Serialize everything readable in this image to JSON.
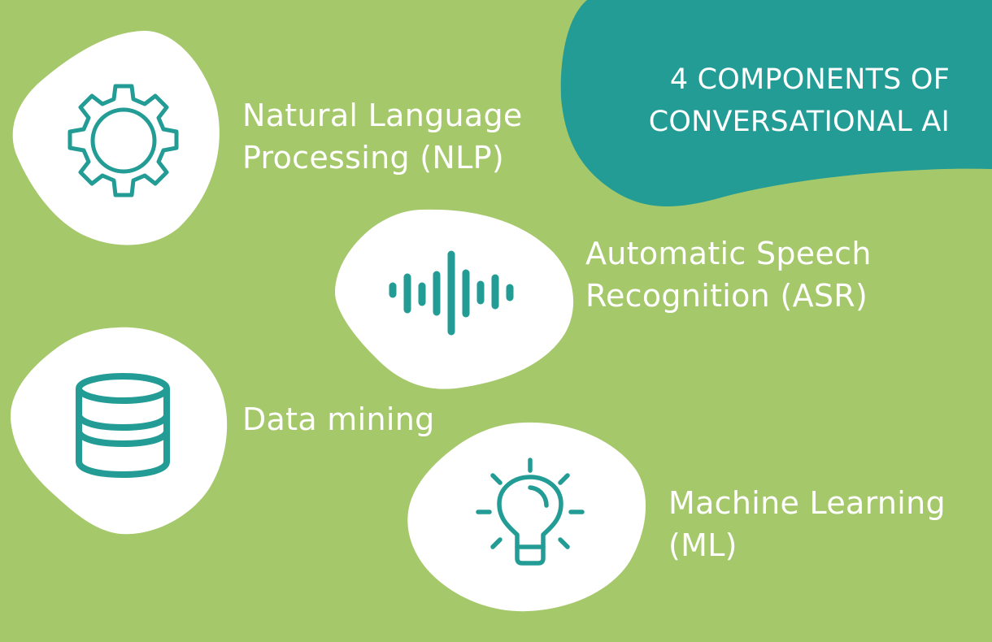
{
  "theme": {
    "background_color": "#A5C86A",
    "accent_color": "#239C96",
    "blob_color": "#FFFFFF",
    "text_color": "#FFFFFF"
  },
  "title": {
    "line1": "4 COMPONENTS OF",
    "line2": "CONVERSATIONAL AI"
  },
  "components": [
    {
      "icon": "gear-icon",
      "line1": "Natural Language",
      "line2": "Processing (NLP)"
    },
    {
      "icon": "sound-wave-icon",
      "line1": "Automatic Speech",
      "line2": "Recognition (ASR)"
    },
    {
      "icon": "database-icon",
      "line1": "Data mining",
      "line2": ""
    },
    {
      "icon": "lightbulb-icon",
      "line1": "Machine Learning",
      "line2": "(ML)"
    }
  ]
}
